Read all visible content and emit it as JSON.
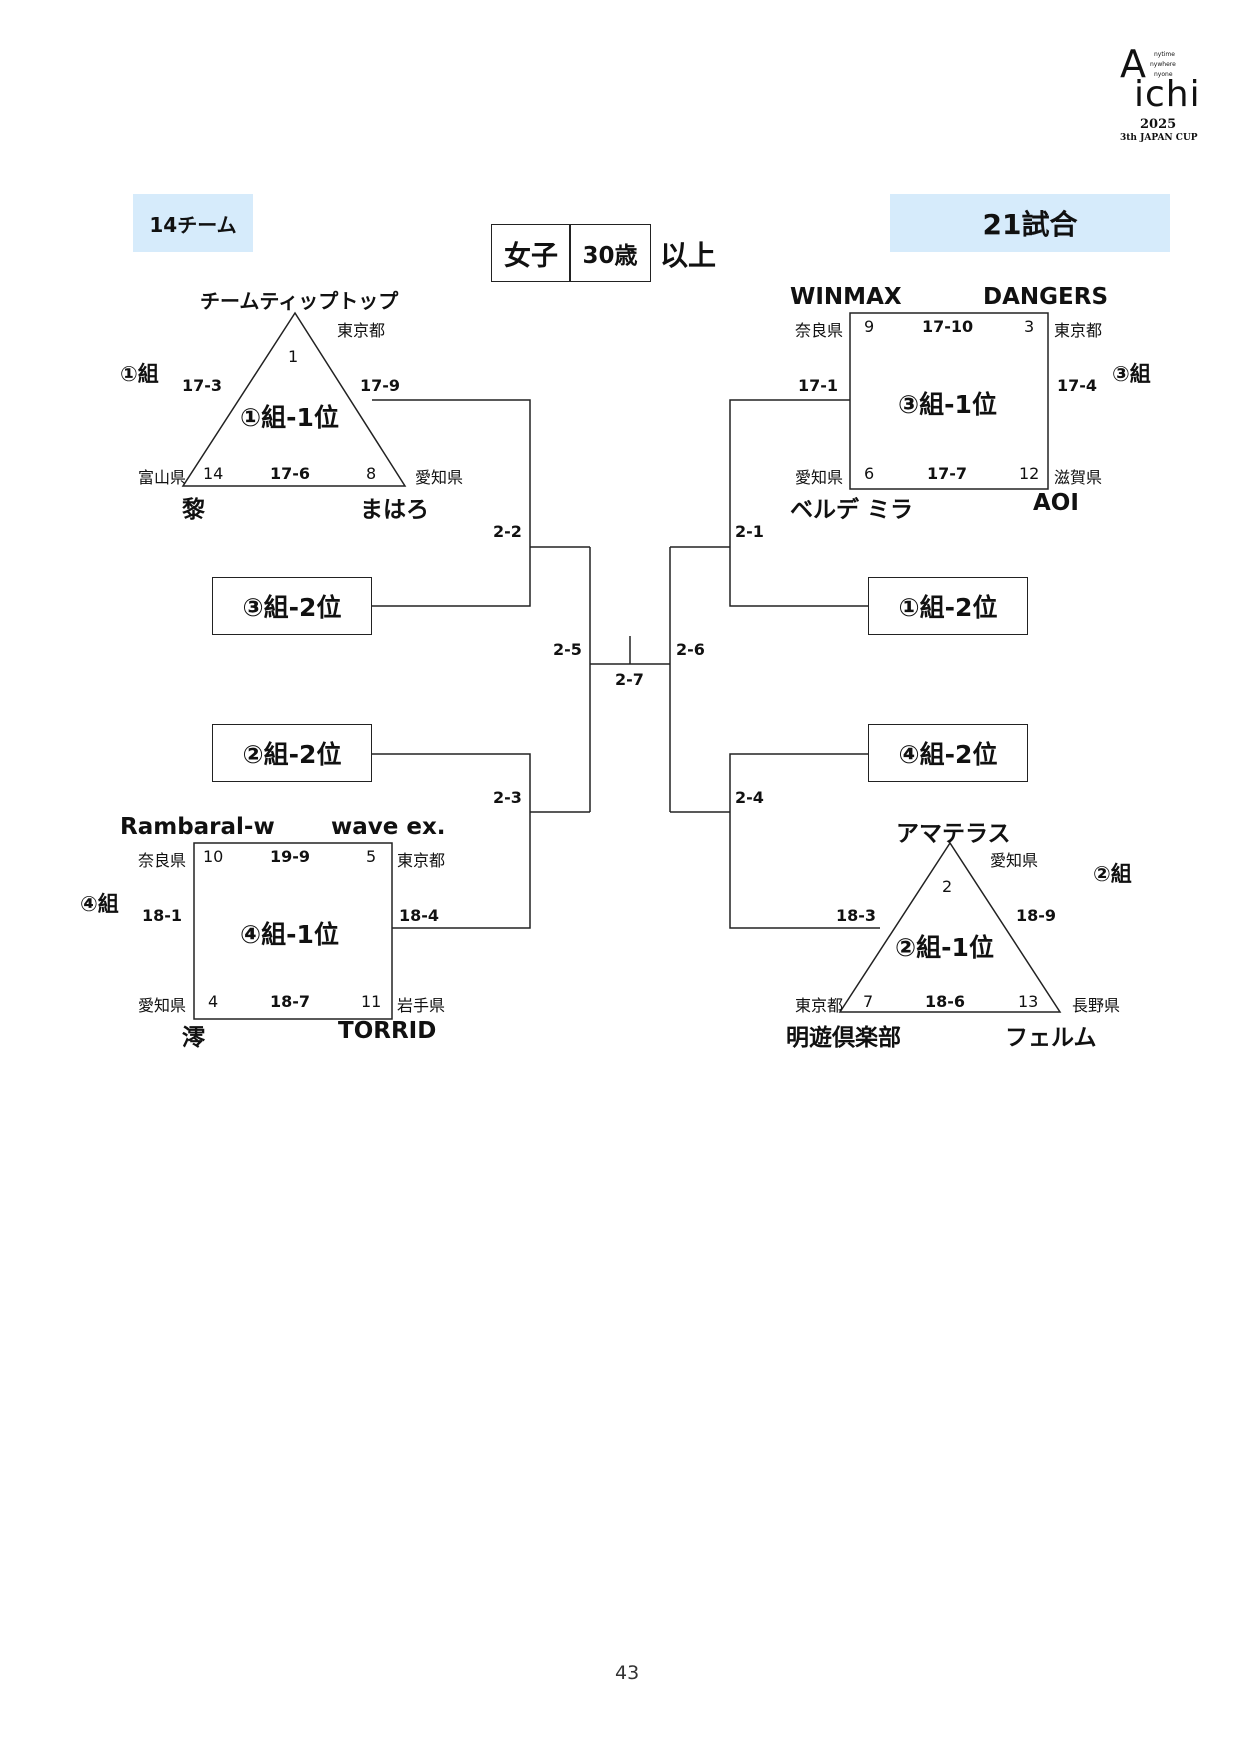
{
  "logo": {
    "big_a": "A",
    "taglines": [
      "nytime",
      "nywhere",
      "nyone"
    ],
    "ichi": "ichi",
    "year": "2025",
    "cup": "3th JAPAN CUP"
  },
  "header": {
    "teams_count": "14チーム",
    "games_count": "21試合",
    "category": "女子",
    "age": "30歳",
    "above": "以上"
  },
  "groups": {
    "g1": {
      "label": "①組",
      "rank_label": "①組-1位",
      "top_team": "チームティップトップ",
      "top_pref": "東京都",
      "top_num": "1",
      "bl_team": "黎",
      "bl_pref": "富山県",
      "bl_num": "14",
      "br_team": "まはろ",
      "br_pref": "愛知県",
      "br_num": "8",
      "score_left": "17-3",
      "score_right": "17-9",
      "score_bottom": "17-6"
    },
    "g2": {
      "label": "②組",
      "rank_label": "②組-1位",
      "top_team": "アマテラス",
      "top_pref": "愛知県",
      "top_num": "2",
      "bl_team": "明遊倶楽部",
      "bl_pref": "東京都",
      "bl_num": "7",
      "br_team": "フェルム",
      "br_pref": "長野県",
      "br_num": "13",
      "score_left": "18-3",
      "score_right": "18-9",
      "score_bottom": "18-6"
    },
    "g3": {
      "label": "③組",
      "rank_label": "③組-1位",
      "tl_team": "WINMAX",
      "tl_pref": "奈良県",
      "tl_num": "9",
      "tr_team": "DANGERS",
      "tr_pref": "東京都",
      "tr_num": "3",
      "bl_team": "ベルデ ミラ",
      "bl_pref": "愛知県",
      "bl_num": "6",
      "br_team": "AOI",
      "br_pref": "滋賀県",
      "br_num": "12",
      "score_top": "17-10",
      "score_left": "17-1",
      "score_right": "17-4",
      "score_bottom": "17-7"
    },
    "g4": {
      "label": "④組",
      "rank_label": "④組-1位",
      "tl_team": "Rambaral-w",
      "tl_pref": "奈良県",
      "tl_num": "10",
      "tr_team": "wave ex.",
      "tr_pref": "東京都",
      "tr_num": "5",
      "bl_team": "澪",
      "bl_pref": "愛知県",
      "bl_num": "4",
      "br_team": "TORRID",
      "br_pref": "岩手県",
      "br_num": "11",
      "score_top": "19-9",
      "score_left": "18-1",
      "score_right": "18-4",
      "score_bottom": "18-7"
    }
  },
  "seeds": {
    "g3_2nd": "③組-2位",
    "g2_2nd": "②組-2位",
    "g1_2nd": "①組-2位",
    "g4_2nd": "④組-2位"
  },
  "matches": {
    "m21": "2-1",
    "m22": "2-2",
    "m23": "2-3",
    "m24": "2-4",
    "m25": "2-5",
    "m26": "2-6",
    "m27": "2-7"
  },
  "page_number": "43"
}
